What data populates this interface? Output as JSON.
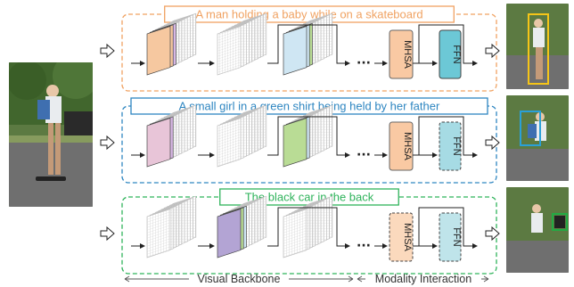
{
  "rows": [
    {
      "caption": "A man holding a baby while on a skateboard",
      "color": "#f0a262",
      "mhsa_label": "MHSA",
      "ffn_label": "FFN",
      "mhsa_fill": "#f9c9a3",
      "ffn_fill": "#6cc8d6",
      "mhsa_style": "solid",
      "ffn_style": "solid"
    },
    {
      "caption": "A small girl in a green shirt being held by her father",
      "color": "#2e86c1",
      "mhsa_label": "MHSA",
      "ffn_label": "FFN",
      "mhsa_fill": "#f9c9a3",
      "ffn_fill": "#a6dbe4",
      "mhsa_style": "solid",
      "ffn_style": "dashed"
    },
    {
      "caption": "The black car in the back",
      "color": "#2fb35b",
      "mhsa_label": "MHSA",
      "ffn_label": "FFN",
      "mhsa_fill": "#fbd9bd",
      "ffn_fill": "#bfe4ea",
      "mhsa_style": "dashed",
      "ffn_style": "dashed"
    }
  ],
  "ellipsis": "···",
  "bottom_labels": {
    "visual_backbone": "Visual Backbone",
    "modality_interaction": "Modality Interaction"
  },
  "colors": {
    "box_yellow": "#f5c518",
    "box_blue": "#2aa0d8",
    "box_green": "#22aa44"
  }
}
